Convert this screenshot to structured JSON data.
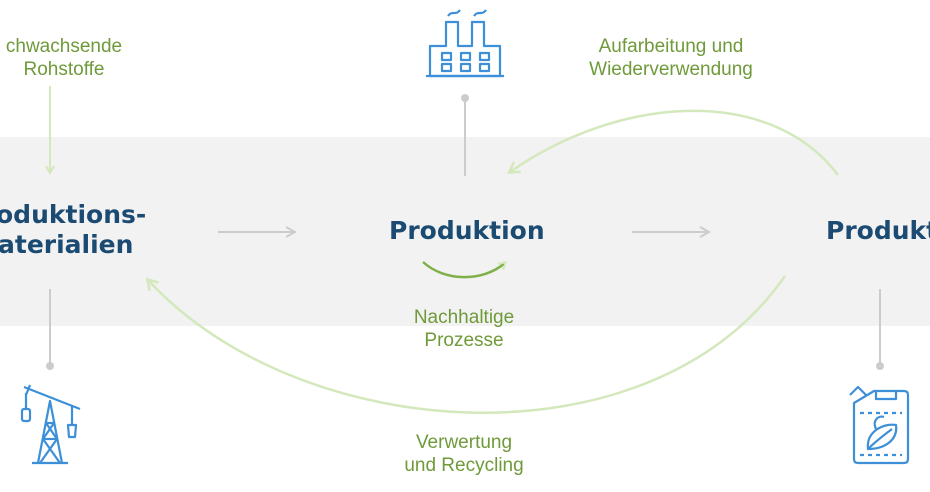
{
  "nodes": {
    "left": [
      "oduktions-",
      "aterialien"
    ],
    "center": "Produktion",
    "right": "Produkt"
  },
  "labels": {
    "renewable": [
      "chwachsende",
      "Rohstoffe"
    ],
    "reprocessing": [
      "Aufarbeitung und",
      "Wiederverwendung"
    ],
    "sustainable": [
      "Nachhaltige",
      "Prozesse"
    ],
    "recycling": [
      "Verwertung",
      "und Recycling"
    ]
  },
  "icons": {
    "factory": "factory-icon",
    "oil_pump": "oil-pump-icon",
    "canister": "bio-canister-icon"
  },
  "colors": {
    "node_text": "#1b4a72",
    "label_text": "#6f9a3a",
    "arrow_green": "#d4e8bd",
    "arrow_gray": "#cccccc",
    "icon_blue": "#3d8fd8",
    "band": "#f2f2f2"
  }
}
